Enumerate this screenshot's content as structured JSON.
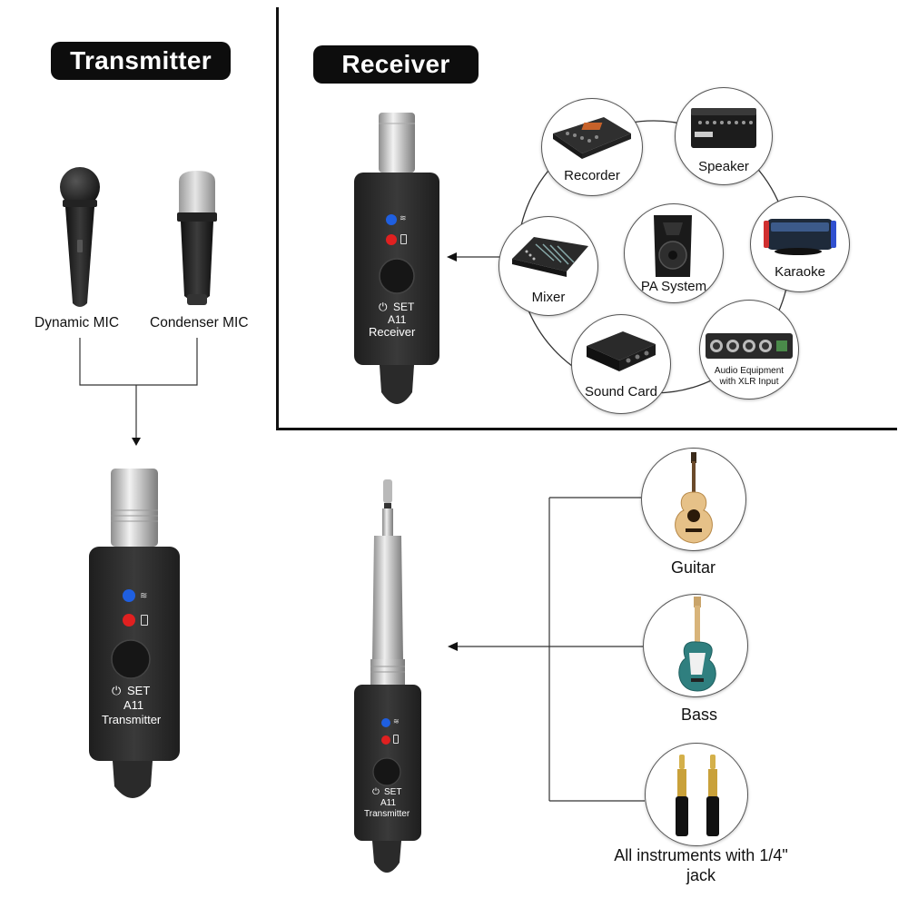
{
  "headers": {
    "transmitter": "Transmitter",
    "receiver": "Receiver"
  },
  "mics": {
    "dynamic": "Dynamic MIC",
    "condenser": "Condenser MIC"
  },
  "receiver_device": {
    "set": "SET",
    "model": "A11",
    "name": "Receiver"
  },
  "transmitter_device": {
    "set": "SET",
    "model": "A11",
    "name": "Transmitter"
  },
  "receiver_outputs": [
    {
      "label": "Recorder"
    },
    {
      "label": "Speaker"
    },
    {
      "label": "Mixer"
    },
    {
      "label": "PA System"
    },
    {
      "label": "Karaoke"
    },
    {
      "label": "Sound Card"
    },
    {
      "label": "Audio Equipment with XLR Input"
    }
  ],
  "instruments": [
    {
      "label": "Guitar"
    },
    {
      "label": "Bass"
    },
    {
      "label": "All instruments with 1/4\" jack"
    }
  ],
  "icons": {
    "power": "power-icon",
    "wifi": "wifi-icon",
    "battery": "battery-icon"
  },
  "colors": {
    "device_body": "#2b2b2b",
    "led_blue": "#1f5fe0",
    "led_red": "#e02020",
    "pill_bg": "#0d0d0d"
  }
}
